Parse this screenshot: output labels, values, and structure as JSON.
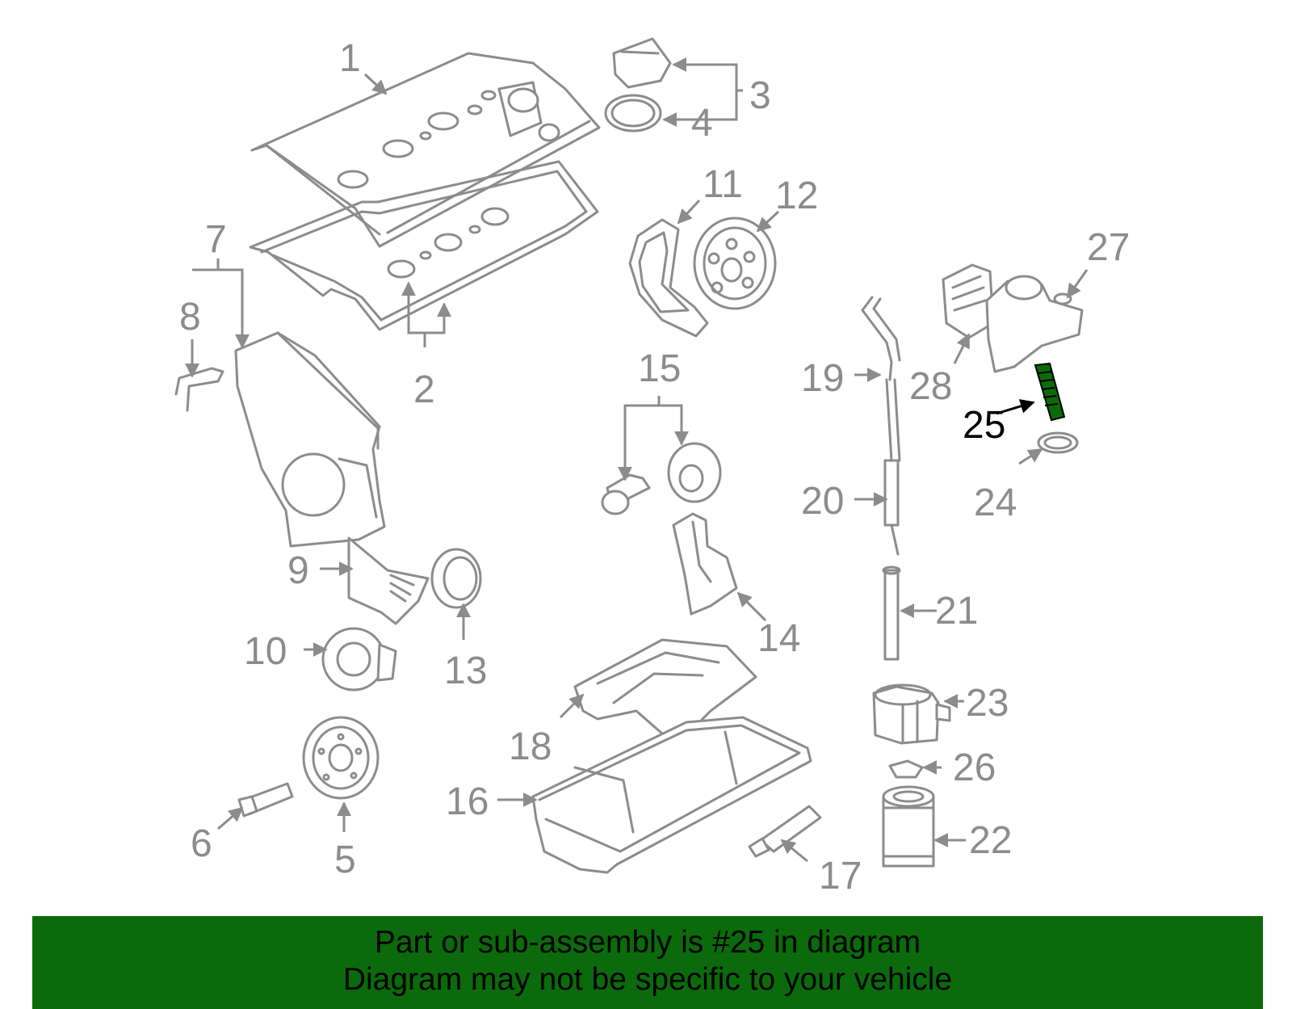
{
  "callouts": {
    "c1": "1",
    "c2": "2",
    "c3": "3",
    "c4": "4",
    "c5": "5",
    "c6": "6",
    "c7": "7",
    "c8": "8",
    "c9": "9",
    "c10": "10",
    "c11": "11",
    "c12": "12",
    "c13": "13",
    "c14": "14",
    "c15": "15",
    "c16": "16",
    "c17": "17",
    "c18": "18",
    "c19": "19",
    "c20": "20",
    "c21": "21",
    "c22": "22",
    "c23": "23",
    "c24": "24",
    "c25": "25",
    "c26": "26",
    "c27": "27",
    "c28": "28"
  },
  "highlight": {
    "part": "25",
    "color": "#0b6a0b"
  },
  "banner": {
    "line1": "Part or sub-assembly is #25 in diagram",
    "line2": "Diagram may not be specific to your vehicle"
  },
  "colors": {
    "line": "#8c8c8c",
    "banner_bg": "#0b6a0b",
    "text": "#000000"
  }
}
